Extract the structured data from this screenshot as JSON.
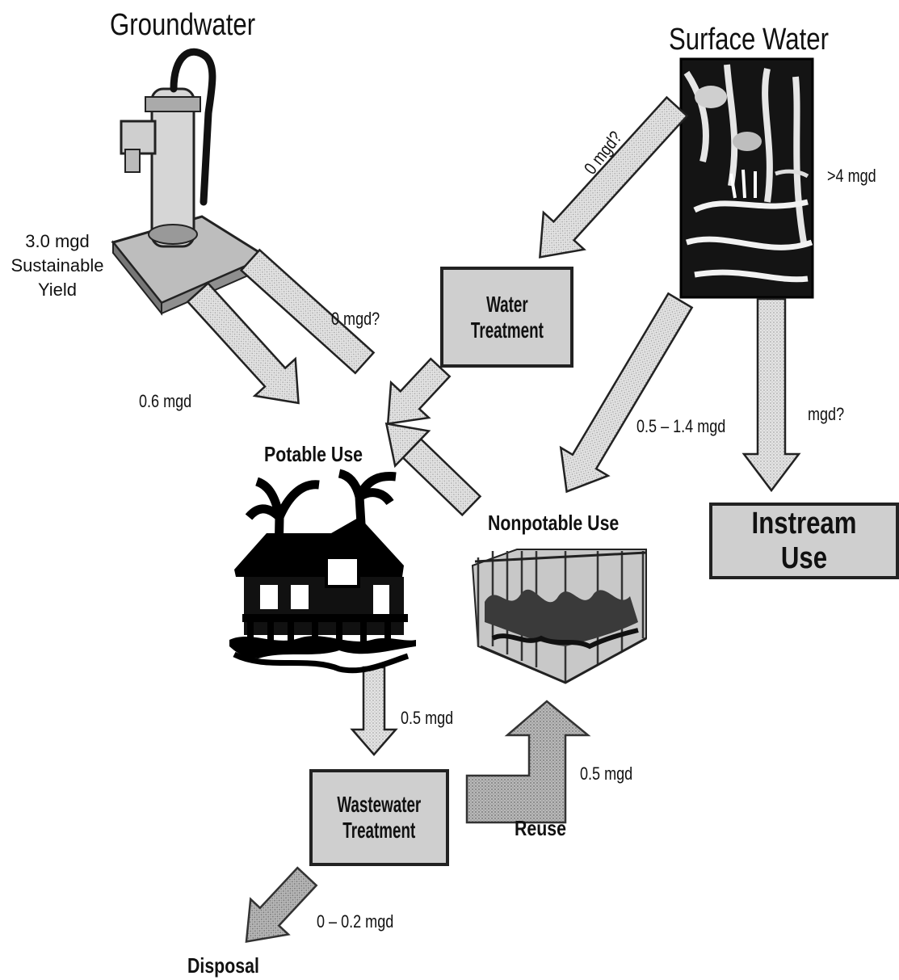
{
  "sources": {
    "groundwater": "Groundwater",
    "surface_water": "Surface Water"
  },
  "boxes": {
    "water_treatment": [
      "Water",
      "Treatment"
    ],
    "wastewater_treatment": [
      "Wastewater",
      "Treatment"
    ],
    "instream_use": "Instream Use"
  },
  "uses": {
    "potable": "Potable Use",
    "nonpotable": "Nonpotable Use",
    "reuse": "Reuse",
    "disposal": "Disposal"
  },
  "flows": {
    "gw_yield": [
      "3.0 mgd",
      "Sustainable",
      "Yield"
    ],
    "gw_to_potable": "0.6 mgd",
    "gw_to_nonpotable": "0 mgd?",
    "sw_to_treatment": "0 mgd?",
    "sw_total": ">4 mgd",
    "sw_to_nonpotable": "0.5 – 1.4 mgd",
    "sw_to_instream": "mgd?",
    "potable_to_wastewater": "0.5 mgd",
    "reuse": "0.5 mgd",
    "disposal": "0 – 0.2 mgd"
  }
}
